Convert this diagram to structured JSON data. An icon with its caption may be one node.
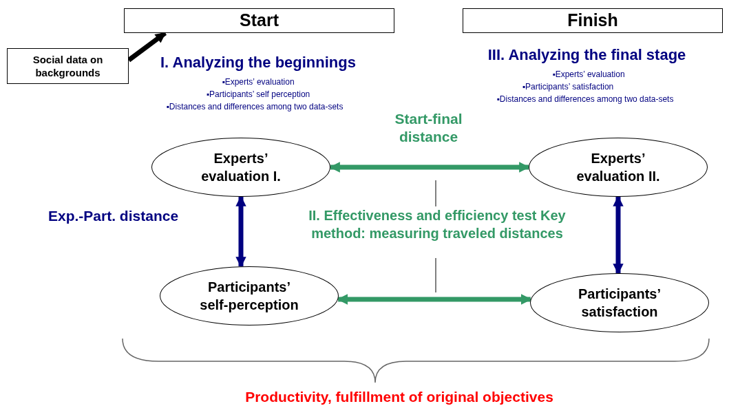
{
  "diagram": {
    "nodes": [
      {
        "text": [
          "Start"
        ]
      },
      {
        "text": [
          "Finish"
        ]
      },
      {
        "text": [
          "Social data on backgrounds"
        ]
      },
      {
        "text": [
          "Experts’ evaluation I."
        ]
      },
      {
        "text": [
          "Participants’ self-perception"
        ]
      },
      {
        "text": [
          "Experts’ evaluation II."
        ]
      },
      {
        "text": [
          "Participants’ satisfaction"
        ]
      }
    ],
    "edges": [
      {
        "from": 2,
        "to": 0,
        "arrow": "to",
        "color": "#000000"
      },
      {
        "from": 3,
        "to": 4,
        "arrow": "both",
        "color": "#000080",
        "label": "Exp.-Part. distance"
      },
      {
        "from": 5,
        "to": 6,
        "arrow": "both",
        "color": "#000080"
      },
      {
        "from": 3,
        "to": 5,
        "arrow": "both",
        "color": "#339966",
        "label": "Start-final distance"
      },
      {
        "from": 4,
        "to": 6,
        "arrow": "both",
        "color": "#339966"
      }
    ],
    "labels": [
      "I. Analyzing the beginnings",
      "▪Experts’ evaluation",
      "▪Participants’ self perception",
      "▪Distances and differences among two data-sets",
      "III. Analyzing the final stage",
      "▪Experts’ evaluation",
      "▪Participants’ satisfaction",
      "▪Distances and differences among two data-sets",
      "II. Effectiveness and efficiency test Key method: measuring traveled distances",
      "Productivity, fulfillment of original objectives"
    ]
  }
}
